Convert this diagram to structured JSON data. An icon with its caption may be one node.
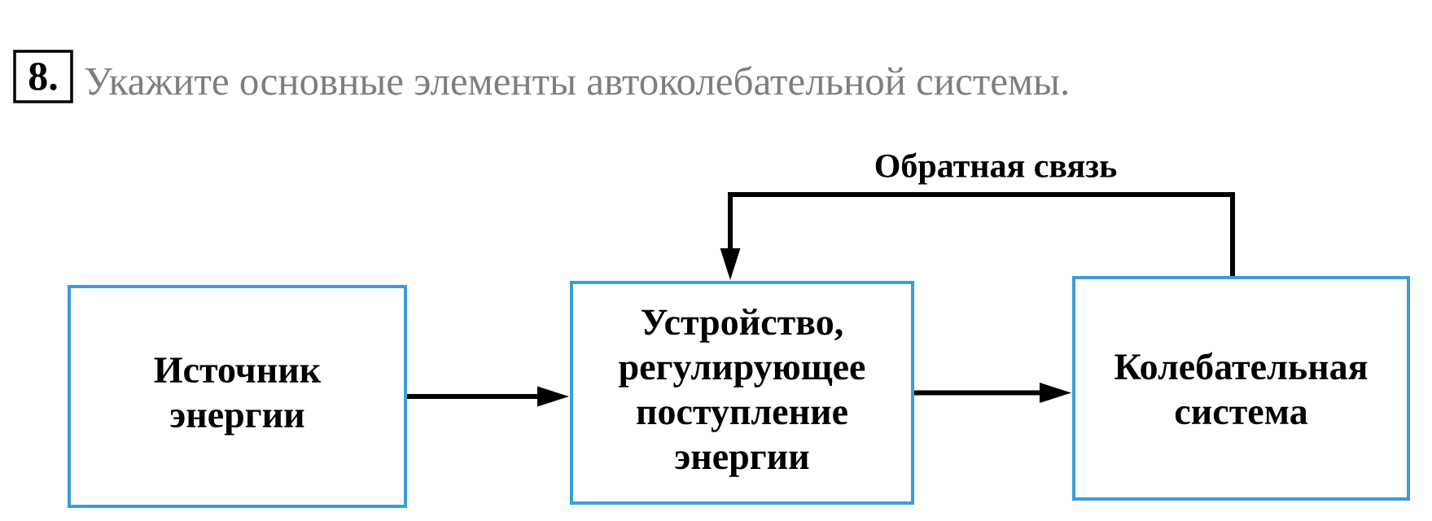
{
  "diagram": {
    "title": "Укажите основные элементы автоколебательной системы.",
    "nodes": [
      {
        "text": [
          "8."
        ]
      },
      {
        "text": [
          "Источник энергии"
        ]
      },
      {
        "text": [
          "Устройство, регулирующее поступление энергии"
        ]
      },
      {
        "text": [
          "Колебательная система"
        ]
      }
    ],
    "edges": [
      {
        "from": 1,
        "to": 2,
        "arrow": "to"
      },
      {
        "from": 2,
        "to": 3,
        "arrow": "to"
      },
      {
        "from": 3,
        "to": 2,
        "arrow": "to",
        "label": "Обратная связь"
      }
    ]
  }
}
